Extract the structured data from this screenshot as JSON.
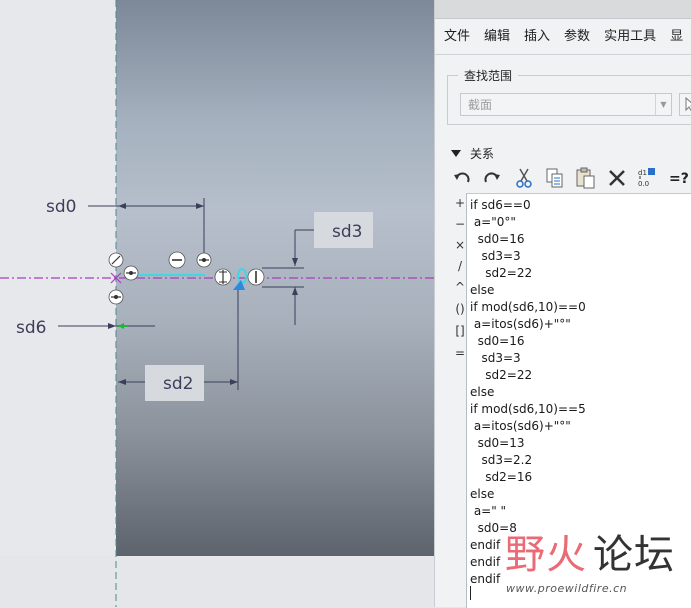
{
  "sketch": {
    "dimensions": [
      "sd0",
      "sd3",
      "sd6",
      "sd2"
    ]
  },
  "menubar": {
    "items": [
      "文件",
      "编辑",
      "插入",
      "参数",
      "实用工具",
      "显"
    ]
  },
  "scope": {
    "legend": "查找范围",
    "selected": "截面"
  },
  "relations": {
    "header": "关系",
    "toolbar_icons": [
      "undo-icon",
      "redo-icon",
      "cut-icon",
      "copy-icon",
      "paste-icon",
      "delete-icon",
      "sort-icon",
      "evaluate-icon"
    ],
    "side_tools": [
      "+",
      "−",
      "×",
      "/",
      "^",
      "()",
      "[]",
      "="
    ],
    "lines": [
      "if sd6==0",
      " a=\"0°\"",
      "  sd0=16",
      "   sd3=3",
      "    sd2=22",
      "else",
      "if mod(sd6,10)==0",
      " a=itos(sd6)+\"°\"",
      "  sd0=16",
      "   sd3=3",
      "    sd2=22",
      "else",
      "if mod(sd6,10)==5",
      " a=itos(sd6)+\"°\"",
      "  sd0=13",
      "   sd3=2.2",
      "    sd2=16",
      "else",
      " a=\" \"",
      "  sd0=8",
      "endif",
      "endif",
      "endif"
    ]
  },
  "watermark": {
    "part1": "野火",
    "part2": "论坛",
    "url": "www.proewildfire.cn"
  },
  "colors": {
    "centerline": "#a83ec0",
    "sketch_line": "#3fd6e6",
    "dimension": "#3c3f5a",
    "watermark_red": "#ea6a75"
  }
}
